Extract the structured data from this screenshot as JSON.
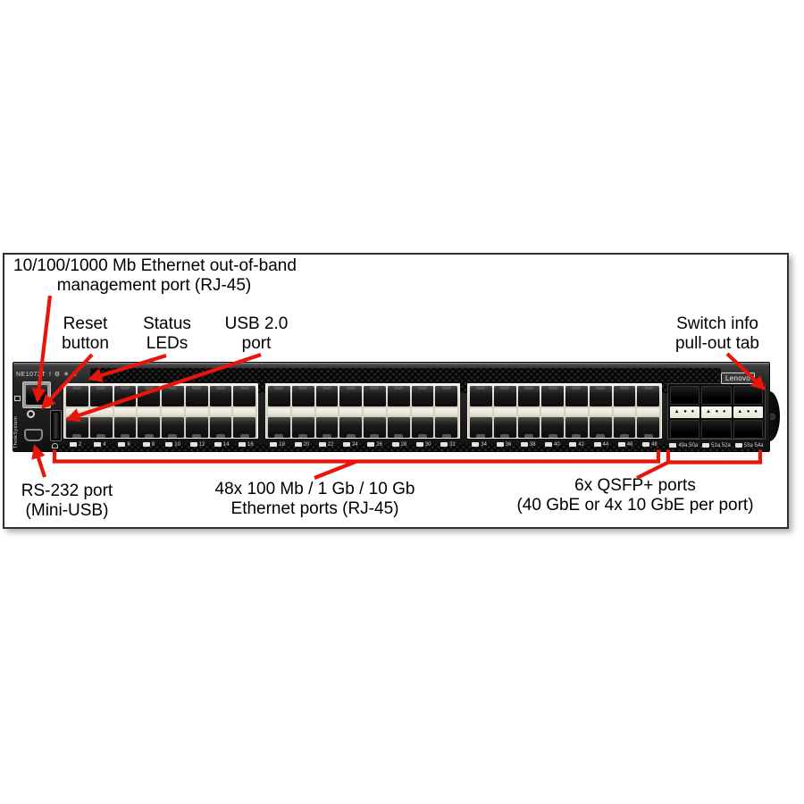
{
  "colors": {
    "callout_red": "#e8150b"
  },
  "callouts": {
    "mgmt_port": {
      "line1": "10/100/1000 Mb Ethernet out-of-band",
      "line2": "management port (RJ-45)"
    },
    "reset": {
      "line1": "Reset",
      "line2": "button"
    },
    "status_leds": {
      "line1": "Status",
      "line2": "LEDs"
    },
    "usb": {
      "line1": "USB 2.0",
      "line2": "port"
    },
    "switch_info": {
      "line1": "Switch info",
      "line2": "pull-out tab"
    },
    "rs232": {
      "line1": "RS-232 port",
      "line2": "(Mini-USB)"
    },
    "ethernet_ports": {
      "line1": "48x 100 Mb / 1 Gb / 10 Gb",
      "line2": "Ethernet ports (RJ-45)"
    },
    "qsfp_ports": {
      "line1": "6x QSFP+ ports",
      "line2": "(40 GbE or 4x 10 GbE per port)"
    }
  },
  "switch": {
    "model": "NE1072T",
    "brand": "Lenovo",
    "series_label": "ThinkSystem",
    "status_led_glyphs": "! ⚙ ✳ S",
    "rj45_groups": [
      {
        "even_port_labels": [
          "2",
          "4",
          "6",
          "8",
          "10",
          "12",
          "14",
          "16"
        ]
      },
      {
        "even_port_labels": [
          "18",
          "20",
          "22",
          "24",
          "26",
          "28",
          "30",
          "32"
        ]
      },
      {
        "even_port_labels": [
          "34",
          "36",
          "38",
          "40",
          "42",
          "44",
          "46",
          "48"
        ]
      }
    ],
    "qsfp_columns": [
      {
        "label": "49a 50a",
        "markers": "▲ ● ● ▼"
      },
      {
        "label": "51a 52a",
        "markers": "▲ ● ● ▼"
      },
      {
        "label": "53a 54a",
        "markers": "▲ ● ● ▼"
      }
    ]
  }
}
